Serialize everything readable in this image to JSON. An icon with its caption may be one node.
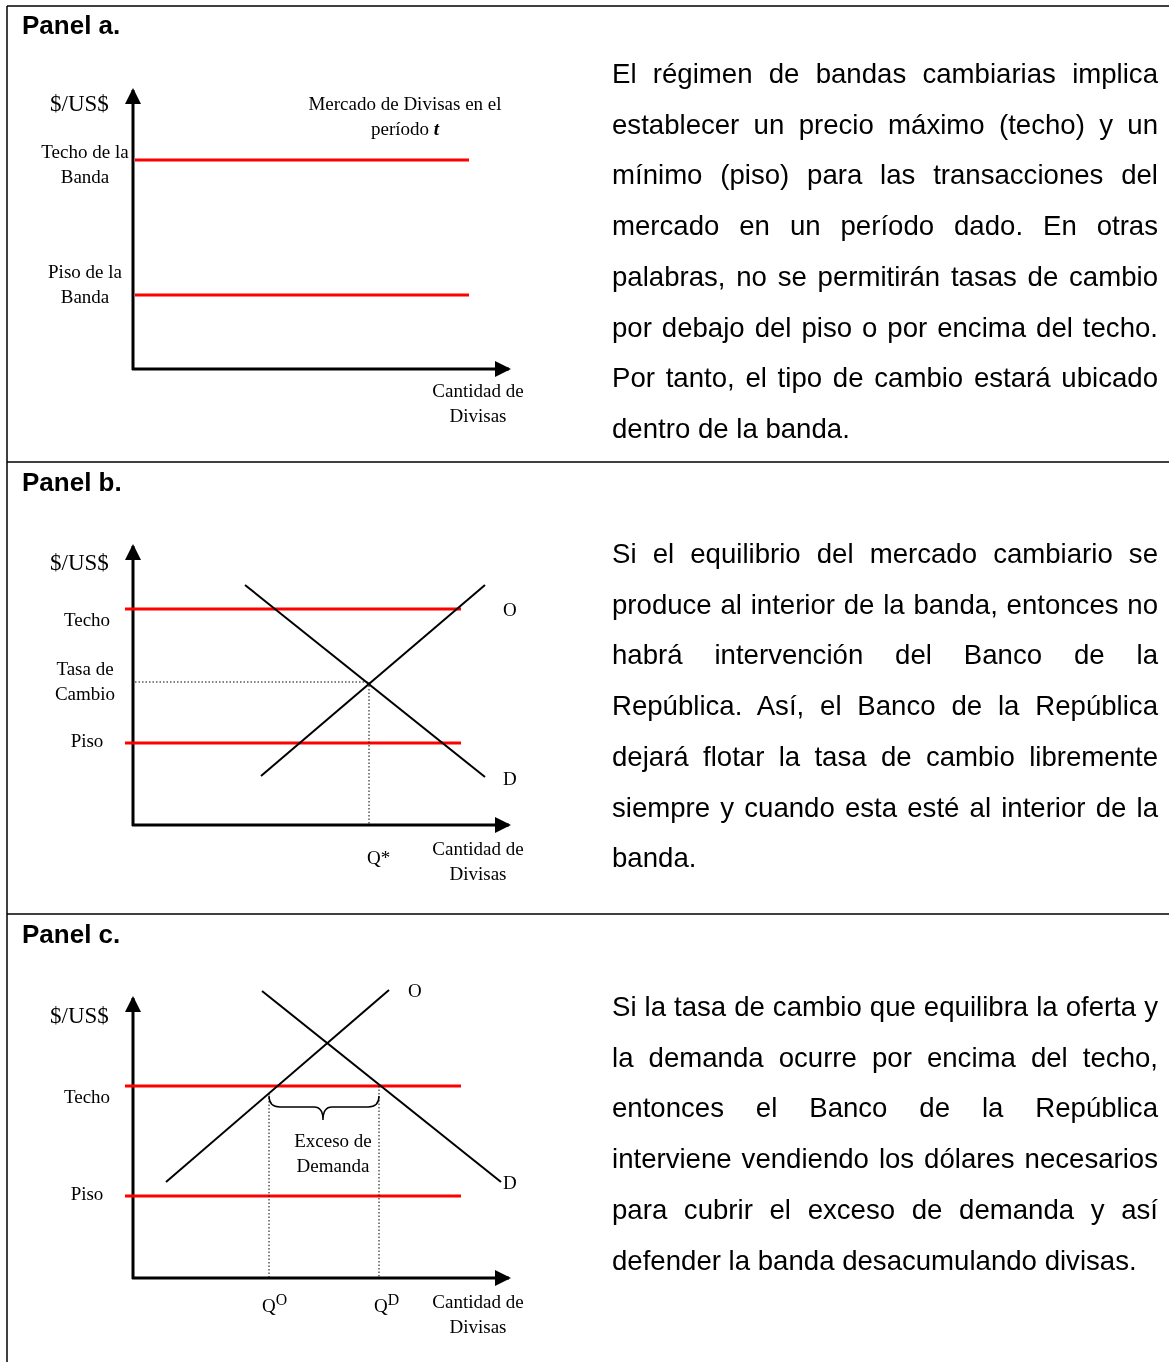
{
  "diagram": {
    "labels": [
      "Panel a.",
      "El régimen de bandas cambiarias implica establecer un precio máximo (techo) y un mínimo (piso) para las transacciones del mercado en un período dado. En otras palabras, no se permitirán tasas de cambio por debajo del piso o por encima del techo. Por tanto, el tipo de cambio estará ubicado dentro de la banda.",
      "$/US$",
      "Mercado de Divisas en el período **t**",
      "Techo de la Banda",
      "Piso de la Banda",
      "Cantidad de Divisas",
      "Panel b.",
      "Si el equilibrio del mercado cambiario se produce al interior de la banda, entonces no habrá intervención del Banco de la República. Así, el Banco de la República dejará flotar la tasa de cambio libremente siempre y cuando esta esté al interior de la banda.",
      "$/US$",
      "Techo",
      "O",
      "Tasa de Cambio",
      "Piso",
      "D",
      "Q*",
      "Cantidad de Divisas",
      "Panel c.",
      "Si la tasa de cambio que equilibra la oferta y la demanda ocurre por encima del techo, entonces el Banco de la República interviene vendiendo los dólares necesarios para cubrir el exceso de demanda y así defender la banda desacumulando divisas.",
      "O",
      "$/US$",
      "Techo",
      "Exceso de Demanda",
      "D",
      "Piso",
      "Q$^{O}$",
      "Q$^{D}$",
      "Cantidad de Divisas"
    ]
  }
}
